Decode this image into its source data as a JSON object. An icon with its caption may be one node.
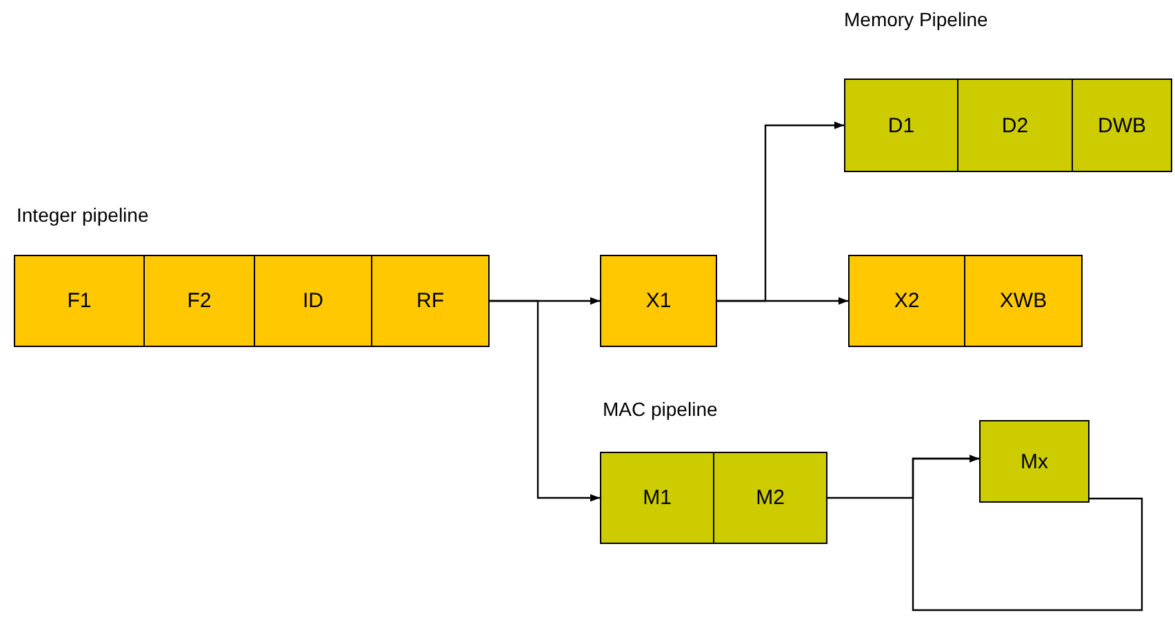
{
  "diagram": {
    "nodes": [
      {
        "text": [
          "F1"
        ]
      },
      {
        "text": [
          "F2"
        ]
      },
      {
        "text": [
          "ID"
        ]
      },
      {
        "text": [
          "RF"
        ]
      },
      {
        "text": [
          "X1"
        ]
      },
      {
        "text": [
          "D1"
        ]
      },
      {
        "text": [
          "D2"
        ]
      },
      {
        "text": [
          "DWB"
        ]
      },
      {
        "text": [
          "X2"
        ]
      },
      {
        "text": [
          "XWB"
        ]
      },
      {
        "text": [
          "M1"
        ]
      },
      {
        "text": [
          "M2"
        ]
      },
      {
        "text": [
          "Mx"
        ]
      }
    ],
    "edges": [
      {
        "from": 3,
        "to": 4,
        "arrow": "to"
      },
      {
        "from": 3,
        "to": 10,
        "arrow": "to"
      },
      {
        "from": 4,
        "to": 8,
        "arrow": "to"
      },
      {
        "from": 4,
        "to": 5,
        "arrow": "to"
      },
      {
        "from": 11,
        "to": 12,
        "arrow": "to"
      },
      {
        "from": 12,
        "to": 12,
        "arrow": "to"
      }
    ],
    "labels": [
      "Memory Pipeline",
      "Integer pipeline",
      "MAC pipeline"
    ]
  }
}
